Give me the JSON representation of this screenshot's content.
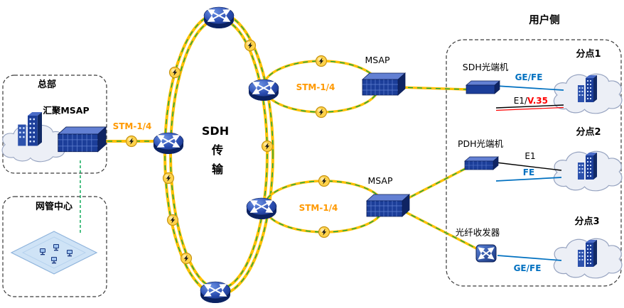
{
  "colors": {
    "fiber_yellow": "#FFC000",
    "fiber_green": "#00A550",
    "device_blue": "#1C3E99",
    "orange_text": "#FF9900",
    "blue_text": "#0070C0",
    "red_text": "#FF0000"
  },
  "headquarters": {
    "label": "总部",
    "device_label": "汇聚MSAP"
  },
  "nms": {
    "label": "网管中心"
  },
  "core_ring": {
    "stm_label": "STM-1/4",
    "title_line1": "SDH",
    "title_line2": "传",
    "title_line3": "输"
  },
  "access_rings": [
    {
      "stm_label": "STM-1/4",
      "msap_label": "MSAP"
    },
    {
      "stm_label": "STM-1/4",
      "msap_label": "MSAP"
    }
  ],
  "user_side": {
    "label": "用户侧",
    "branches": [
      {
        "device": "SDH光端机",
        "site": "分点1",
        "links": [
          {
            "label": "GE/FE"
          },
          {
            "label_black": "E1/",
            "label_red": "V.35"
          }
        ]
      },
      {
        "device": "PDH光端机",
        "site": "分点2",
        "links": [
          {
            "label": "E1"
          },
          {
            "label": "FE"
          }
        ]
      },
      {
        "device": "光纤收发器",
        "site": "分点3",
        "links": [
          {
            "label": "GE/FE"
          }
        ]
      }
    ]
  }
}
